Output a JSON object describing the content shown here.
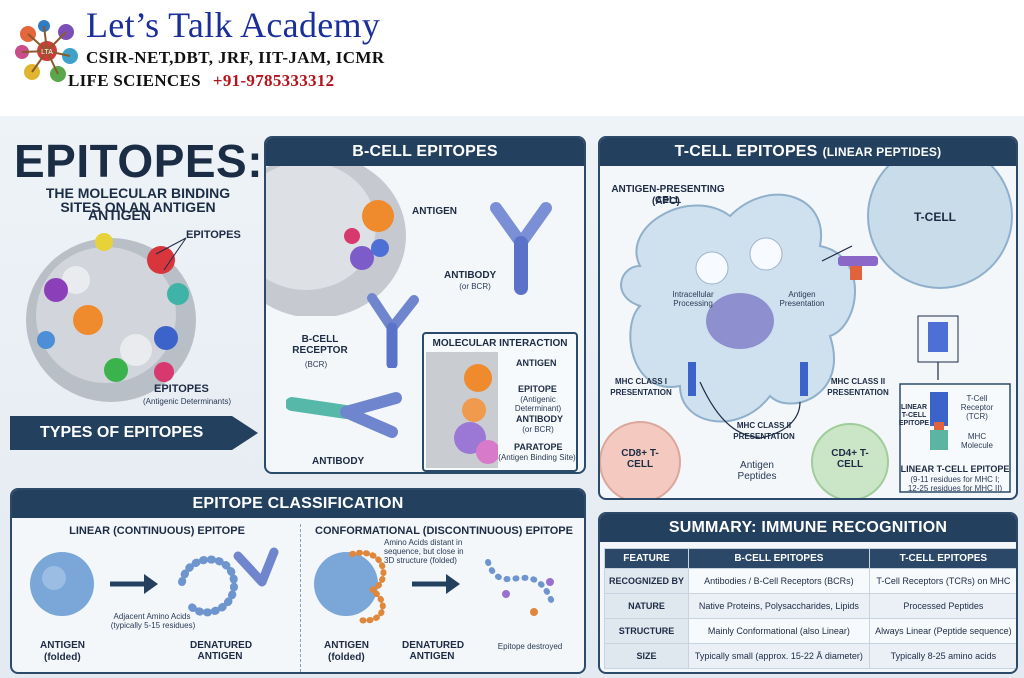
{
  "header": {
    "academy_name": "Let’s Talk Academy",
    "exam_line": "CSIR-NET,DBT, JRF, IIT-JAM, ICMR",
    "life_label": "LIFE SCIENCES",
    "phone": "+91-9785333312"
  },
  "intro": {
    "title": "EPITOPES:",
    "subtitle": "THE MOLECULAR BINDING SITES ON AN ANTIGEN",
    "antigen_label": "ANTIGEN",
    "epitopes_label": "EPITOPES",
    "epitopes_bottom_label": "EPITOPES",
    "epitopes_bottom_sub": "(Antigenic Determinants)",
    "types_banner": "TYPES OF EPITOPES"
  },
  "bcell": {
    "title": "B-CELL EPITOPES",
    "antigen": "ANTIGEN",
    "antibody_bcr": "ANTIBODY",
    "antibody_bcr_sub": "(or BCR)",
    "receptor": "B-CELL RECEPTOR",
    "receptor_sub": "(BCR)",
    "antibody": "ANTIBODY",
    "interaction_title": "MOLECULAR INTERACTION",
    "interaction_items": [
      {
        "label": "ANTIGEN",
        "sub": ""
      },
      {
        "label": "EPITOPE",
        "sub": "(Antigenic Determinant)"
      },
      {
        "label": "ANTIBODY",
        "sub": "(or BCR)"
      },
      {
        "label": "PARATOPE",
        "sub": "(Antigen Binding Site)"
      }
    ]
  },
  "tcell": {
    "title": "T-CELL EPITOPES",
    "title_small": "(LINEAR PEPTIDES)",
    "apc": "ANTIGEN-PRESENTING CELL",
    "apc_sub": "(APC)",
    "tcell": "T-CELL",
    "intracellular": "Intracellular Processing",
    "antigen_presentation": "Antigen Presentation",
    "mhc1": "MHC CLASS I PRESENTATION",
    "mhc2_right": "MHC CLASS II PRESENTATION",
    "mhc2_center": "MHC CLASS II PRESENTATION",
    "cd8": "CD8+ T-CELL",
    "cd4": "CD4+ T-CELL",
    "antigen_peptides": "Antigen Peptides",
    "linear_tcell_epitope": "LINEAR T-CELL EPITOPE",
    "tcr": "T-Cell Receptor (TCR)",
    "mhc_molecule": "MHC Molecule",
    "box_title": "LINEAR T-CELL EPITOPE",
    "box_sub1": "(9-11 residues for MHC I;",
    "box_sub2": "12-25 residues for MHC II)"
  },
  "classification": {
    "title": "EPITOPE CLASSIFICATION",
    "linear_title": "LINEAR (CONTINUOUS) EPITOPE",
    "conf_title": "CONFORMATIONAL (DISCONTINUOUS) EPITOPE",
    "antigen": "ANTIGEN",
    "folded": "(folded)",
    "adjacent": "Adjacent Amino Acids",
    "adjacent_sub": "(typically 5-15 residues)",
    "denatured": "DENATURED ANTIGEN",
    "distant": "Amino Acids distant in sequence, but close in 3D structure (folded)",
    "destroyed": "Epitope destroyed"
  },
  "summary": {
    "title": "SUMMARY: IMMUNE RECOGNITION",
    "headers": [
      "FEATURE",
      "B-CELL EPITOPES",
      "T-CELL EPITOPES"
    ],
    "rows": [
      [
        "RECOGNIZED BY",
        "Antibodies / B-Cell Receptors (BCRs)",
        "T-Cell Receptors (TCRs) on MHC"
      ],
      [
        "NATURE",
        "Native Proteins, Polysaccharides, Lipids",
        "Processed Peptides"
      ],
      [
        "STRUCTURE",
        "Mainly Conformational (also Linear)",
        "Always Linear (Peptide sequence)"
      ],
      [
        "SIZE",
        "Typically small (approx. 15-22 Å diameter)",
        "Typically 8-25 amino acids"
      ]
    ]
  },
  "colors": {
    "navy": "#23405f",
    "brand_blue": "#1a2f9a",
    "phone_red": "#b5121b",
    "apc_fill": "#cfe0ee",
    "cd8_fill": "#f3c9c0",
    "cd4_fill": "#cbe6c7"
  }
}
